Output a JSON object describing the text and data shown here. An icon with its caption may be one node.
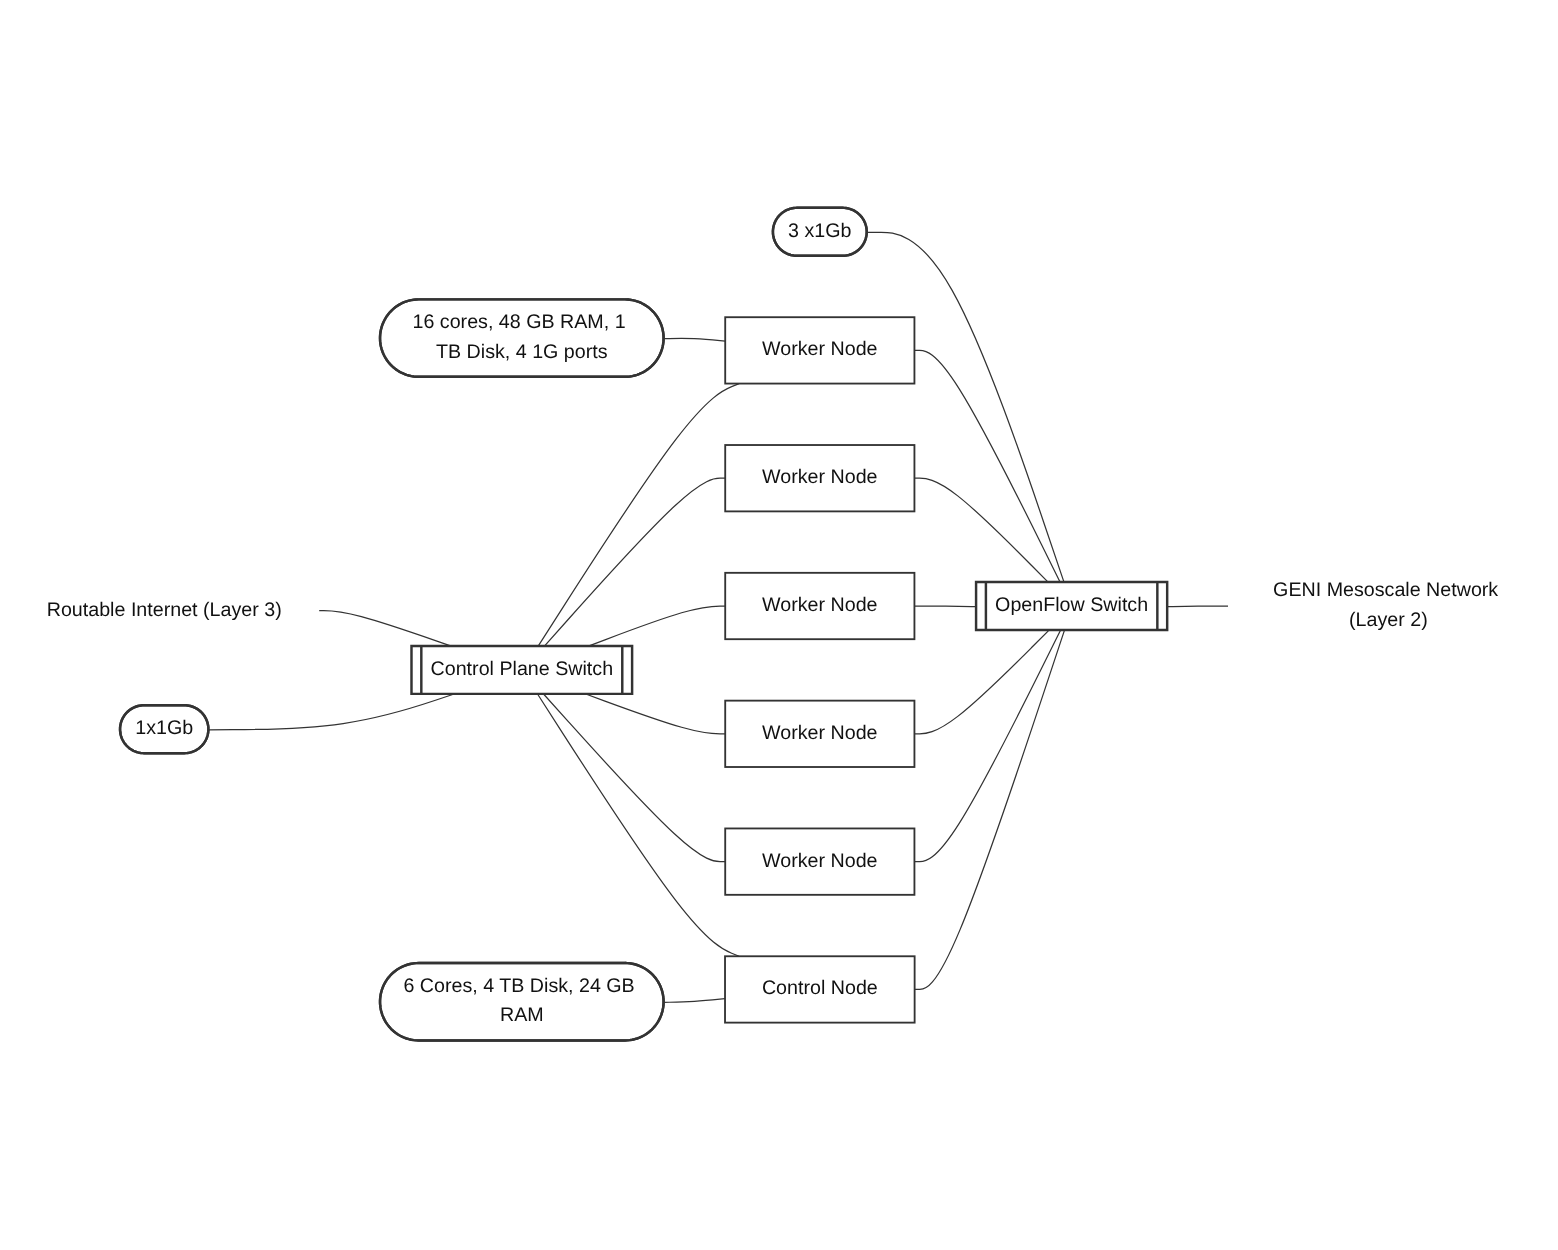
{
  "diagram": {
    "nodes": [
      {
        "text": [
          "16 cores, 48 GB RAM, 1 TB Disk, 4 1G ports"
        ]
      },
      {
        "text": [
          "1x1Gb"
        ]
      },
      {
        "text": [
          "3 x1Gb"
        ]
      },
      {
        "text": [
          "Control Plane Switch"
        ]
      },
      {
        "text": [
          "Worker Node"
        ]
      },
      {
        "text": [
          "Worker Node"
        ]
      },
      {
        "text": [
          "Worker Node"
        ]
      },
      {
        "text": [
          "Worker Node"
        ]
      },
      {
        "text": [
          "Worker Node"
        ]
      },
      {
        "text": [
          "Control Node"
        ]
      },
      {
        "text": [
          "OpenFlow Switch"
        ]
      },
      {
        "text": [
          "Routable Internet (Layer 3)"
        ]
      },
      {
        "text": [
          "GENI Mesoscale Network (Layer 2)"
        ]
      },
      {
        "text": [
          "6 Cores, 4 TB Disk, 24 GB RAM"
        ]
      }
    ],
    "edges": [
      {
        "from": 11,
        "to": 3,
        "arrow": "none"
      },
      {
        "from": 3,
        "to": 4,
        "arrow": "none"
      },
      {
        "from": 3,
        "to": 5,
        "arrow": "none"
      },
      {
        "from": 3,
        "to": 6,
        "arrow": "none"
      },
      {
        "from": 3,
        "to": 7,
        "arrow": "none"
      },
      {
        "from": 3,
        "to": 8,
        "arrow": "none"
      },
      {
        "from": 3,
        "to": 9,
        "arrow": "none"
      },
      {
        "from": 4,
        "to": 10,
        "arrow": "none"
      },
      {
        "from": 5,
        "to": 10,
        "arrow": "none"
      },
      {
        "from": 6,
        "to": 10,
        "arrow": "none"
      },
      {
        "from": 7,
        "to": 10,
        "arrow": "none"
      },
      {
        "from": 8,
        "to": 10,
        "arrow": "none"
      },
      {
        "from": 9,
        "to": 10,
        "arrow": "none"
      },
      {
        "from": 10,
        "to": 12,
        "arrow": "none"
      },
      {
        "from": 0,
        "to": 4,
        "arrow": "none"
      },
      {
        "from": 1,
        "to": 3,
        "arrow": "none"
      },
      {
        "from": 2,
        "to": 10,
        "arrow": "none"
      },
      {
        "from": 13,
        "to": 9,
        "arrow": "none"
      }
    ]
  }
}
